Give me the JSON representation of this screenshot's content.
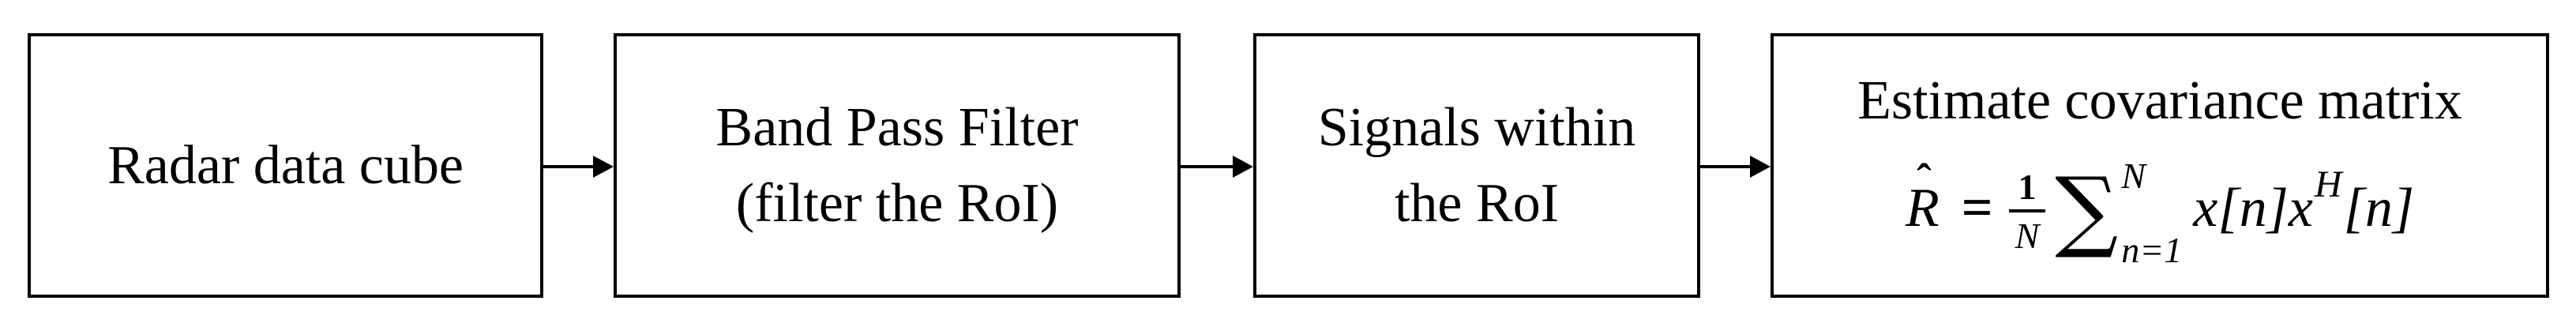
{
  "colors": {
    "background": "#ffffff",
    "box_fill": "#ffffff",
    "stroke": "#000000",
    "text": "#000000"
  },
  "nodes": {
    "radar": {
      "line1": "Radar data cube"
    },
    "bandpass": {
      "line1": "Band Pass Filter",
      "line2": "(filter the RoI)"
    },
    "signals": {
      "line1": "Signals within",
      "line2": "the RoI"
    },
    "covariance": {
      "title": "Estimate covariance matrix",
      "formula": {
        "hat": "ˆ",
        "lhs": "R",
        "equals": "=",
        "frac_num": "1",
        "frac_den": "N",
        "sum": "∑",
        "sum_sup": "N",
        "sum_sub": "n=1",
        "term_a": "x[n]x",
        "term_sup": "H",
        "term_b": "[n]"
      }
    }
  },
  "arrows": [
    {
      "from": "radar-data-cube",
      "to": "band-pass-filter",
      "direction": "right"
    },
    {
      "from": "band-pass-filter",
      "to": "signals-within-roi",
      "direction": "right"
    },
    {
      "from": "signals-within-roi",
      "to": "estimate-covariance-matrix",
      "direction": "right"
    }
  ]
}
